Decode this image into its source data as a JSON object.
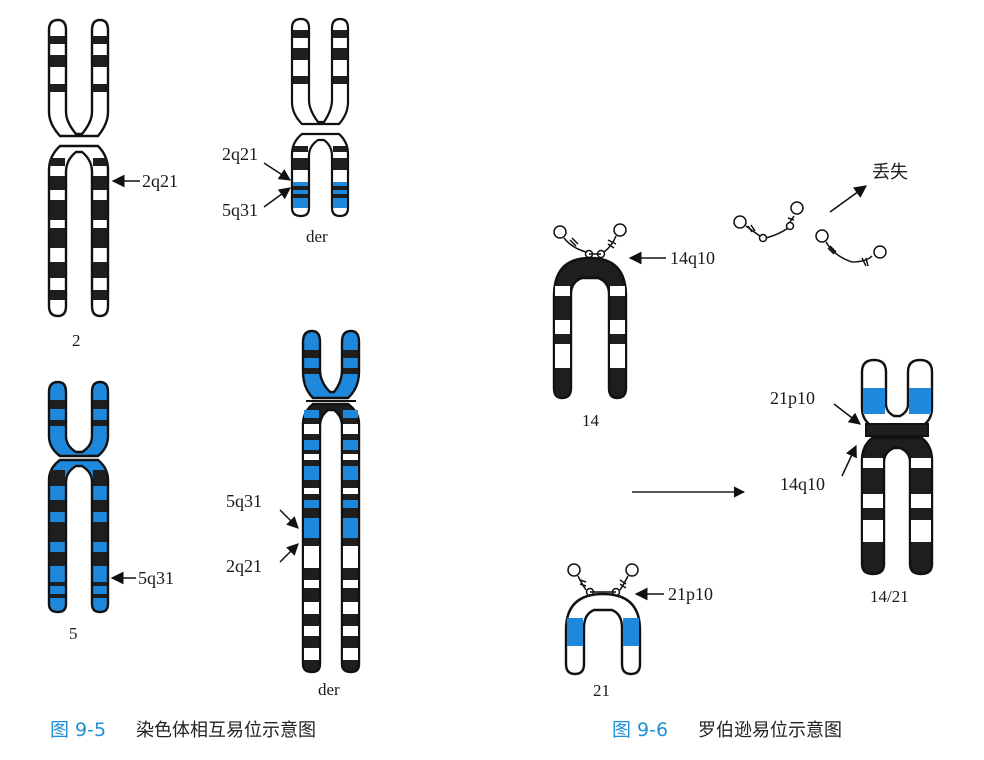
{
  "colors": {
    "band_dark": "#1e1e1e",
    "band_light": "#ffffff",
    "chr5_material": "#1e88dc",
    "chr21_material": "#1e88dc",
    "caption_number": "#1f8fd6",
    "caption_text": "#222222",
    "outline": "#111111"
  },
  "figure_9_5": {
    "caption_number": "图 9-5",
    "caption_text": "染色体相互易位示意图",
    "chromosome_2": {
      "label": "2",
      "breakpoint_label": "2q21"
    },
    "chromosome_5": {
      "label": "5",
      "breakpoint_label": "5q31"
    },
    "derivative_small": {
      "label": "der",
      "label_2q21": "2q21",
      "label_5q31": "5q31"
    },
    "derivative_large": {
      "label": "der",
      "label_5q31": "5q31",
      "label_2q21": "2q21"
    }
  },
  "figure_9_6": {
    "caption_number": "图 9-6",
    "caption_text": "罗伯逊易位示意图",
    "chromosome_14": {
      "label": "14",
      "breakpoint_label": "14q10"
    },
    "chromosome_21": {
      "label": "21",
      "breakpoint_label": "21p10"
    },
    "fused_chromosome": {
      "label": "14/21",
      "label_21p10": "21p10",
      "label_14q10": "14q10"
    },
    "lost_fragment_label": "丢失"
  }
}
